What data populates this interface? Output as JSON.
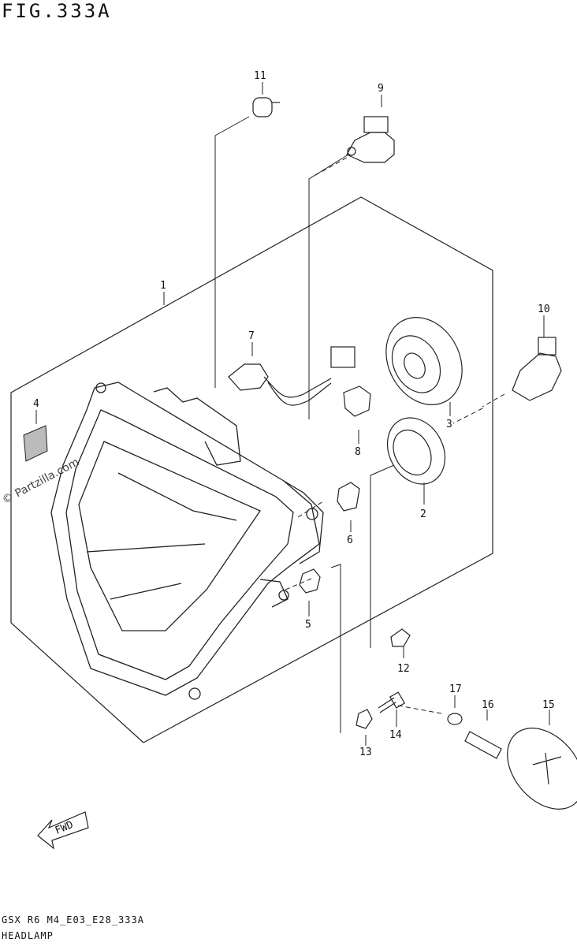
{
  "figure": {
    "title": "FIG.333A",
    "model_code": "GSX R6 M4_E03_E28_333A",
    "name": "HEADLAMP",
    "watermark": "© Partzilla.com",
    "fwd": "FWD"
  },
  "callouts": [
    "1",
    "2",
    "3",
    "4",
    "5",
    "6",
    "7",
    "8",
    "9",
    "10",
    "11",
    "12",
    "13",
    "14",
    "15",
    "16",
    "17"
  ]
}
